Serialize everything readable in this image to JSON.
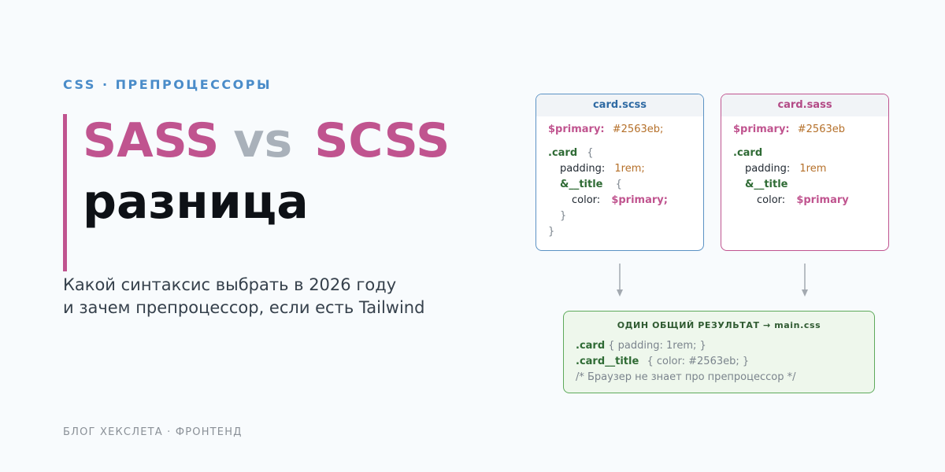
{
  "hero": {
    "kicker": "CSS · ПРЕПРОЦЕССОРЫ",
    "title_sass": "SASS",
    "title_vs": "vs",
    "title_scss": "SCSS",
    "title_line2": "разница",
    "subtitle_line1": "Какой синтаксис выбрать в 2026 году",
    "subtitle_line2": "и зачем препроцессор, если есть Tailwind",
    "footer": "БЛОГ ХЕКСЛЕТА · ФРОНТЕНД"
  },
  "colors": {
    "accent_pink": "#c0548f",
    "accent_blue": "#5b92c4",
    "result_green": "#5eaa5b"
  },
  "scss_card": {
    "filename": "card.scss",
    "var_name": "$primary:",
    "var_value": "#2563eb;",
    "selector": ".card",
    "open_brace": "{",
    "prop_padding": "padding:",
    "val_padding": "1rem;",
    "nested_selector": "&__title",
    "nested_open": "{",
    "prop_color": "color:",
    "val_color": "$primary;",
    "nested_close": "}",
    "close_brace": "}"
  },
  "sass_card": {
    "filename": "card.sass",
    "var_name": "$primary:",
    "var_value": "#2563eb",
    "selector": ".card",
    "prop_padding": "padding:",
    "val_padding": "1rem",
    "nested_selector": "&__title",
    "prop_color": "color:",
    "val_color": "$primary"
  },
  "result": {
    "title": "ОДИН ОБЩИЙ РЕЗУЛЬТАТ → main.css",
    "line1_selector": ".card",
    "line1_rest": "{ padding: 1rem; }",
    "line2_selector": ".card__title",
    "line2_rest": "{ color: #2563eb; }",
    "comment": "/* Браузер не знает про препроцессор */"
  }
}
